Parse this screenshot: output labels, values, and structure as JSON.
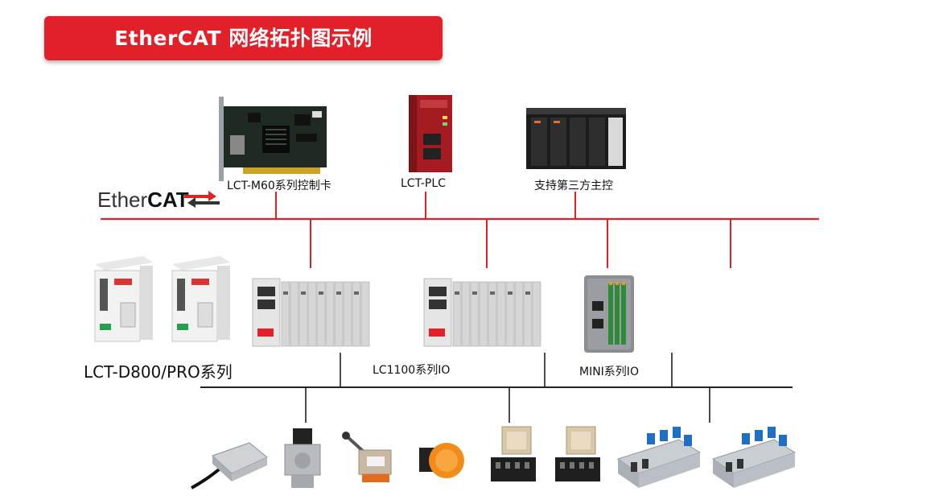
{
  "title": "EtherCAT 网络拓扑图示例",
  "logo": {
    "text_regular": "Ether",
    "text_bold": "CAT",
    "icon": "ethercat-arrows-icon"
  },
  "masters": [
    {
      "label": "LCT-M60系列控制卡",
      "icon": "pcie-control-card-icon"
    },
    {
      "label": "LCT-PLC",
      "icon": "plc-module-icon"
    },
    {
      "label": "支持第三方主控",
      "icon": "third-party-controller-icon"
    }
  ],
  "slaves": [
    {
      "label": "LCT-D800/PRO系列",
      "icon": "servo-drive-icon"
    },
    {
      "label": "LC1100系列IO",
      "icon": "io-module-icon"
    },
    {
      "label": "MINI系列IO",
      "icon": "mini-io-icon"
    }
  ],
  "field_devices": [
    {
      "icon": "tilt-sensor-icon"
    },
    {
      "icon": "limit-switch-icon"
    },
    {
      "icon": "roller-switch-icon"
    },
    {
      "icon": "indicator-lamp-icon"
    },
    {
      "icon": "relay-icon"
    },
    {
      "icon": "relay-icon"
    },
    {
      "icon": "solenoid-valve-icon"
    },
    {
      "icon": "solenoid-valve-icon"
    }
  ],
  "colors": {
    "banner": "#e2202a",
    "bus_line": "#e2202a",
    "field_line": "#222222"
  }
}
